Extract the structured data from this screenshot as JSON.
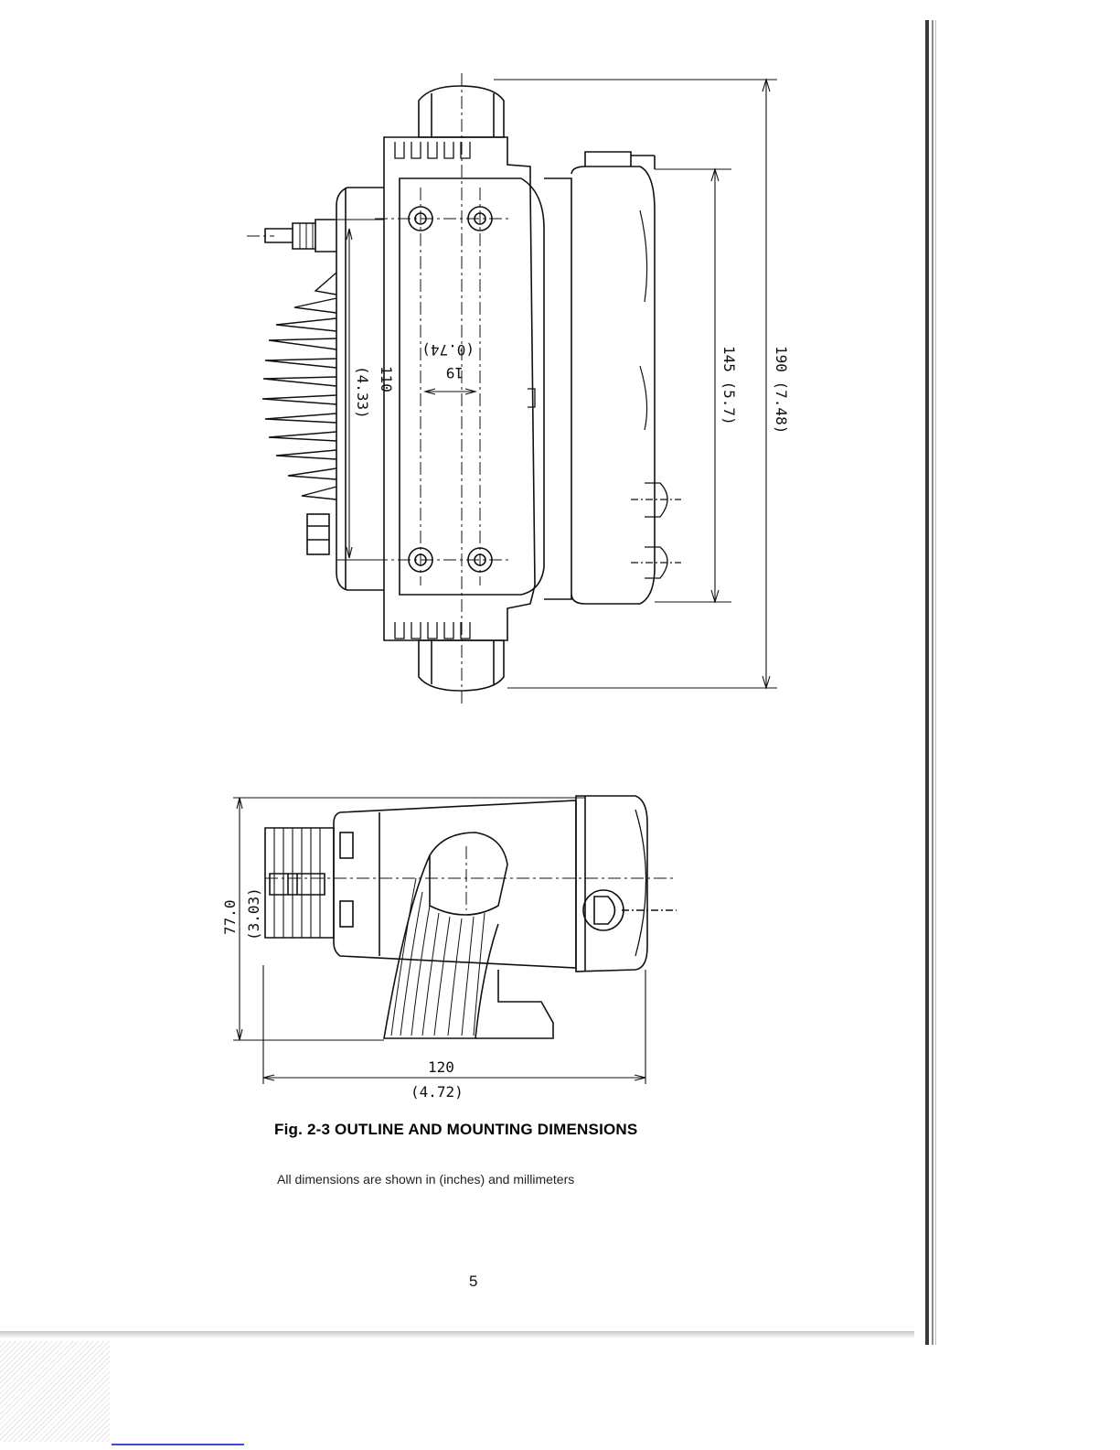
{
  "figure": {
    "caption": "Fig. 2-3  OUTLINE AND MOUNTING DIMENSIONS",
    "note": "All dimensions are shown in (inches) and millimeters",
    "page_number": "5"
  },
  "top_view": {
    "dim_overall": "190 (7.48)",
    "dim_body": "145 (5.7)",
    "dim_mount_spacing_mm": "110",
    "dim_mount_spacing_in": "(4.33)",
    "dim_hole_pitch_mm": "19",
    "dim_hole_pitch_in": "(0.74)"
  },
  "side_view": {
    "dim_height_mm": "77.0",
    "dim_height_in": "(3.03)",
    "dim_depth_mm": "120",
    "dim_depth_in": "(4.72)"
  }
}
